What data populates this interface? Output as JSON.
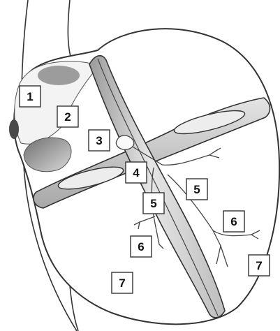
{
  "diagram": {
    "labels": [
      {
        "text": "1"
      },
      {
        "text": "2"
      },
      {
        "text": "3"
      },
      {
        "text": "4"
      },
      {
        "text": "5"
      },
      {
        "text": "5"
      },
      {
        "text": "6"
      },
      {
        "text": "6"
      },
      {
        "text": "7"
      },
      {
        "text": "7"
      }
    ],
    "colors": {
      "outline": "#333333",
      "plane_fill": "#cfcfcf",
      "shadow": "#8a8a8a",
      "background": "#ffffff"
    }
  }
}
